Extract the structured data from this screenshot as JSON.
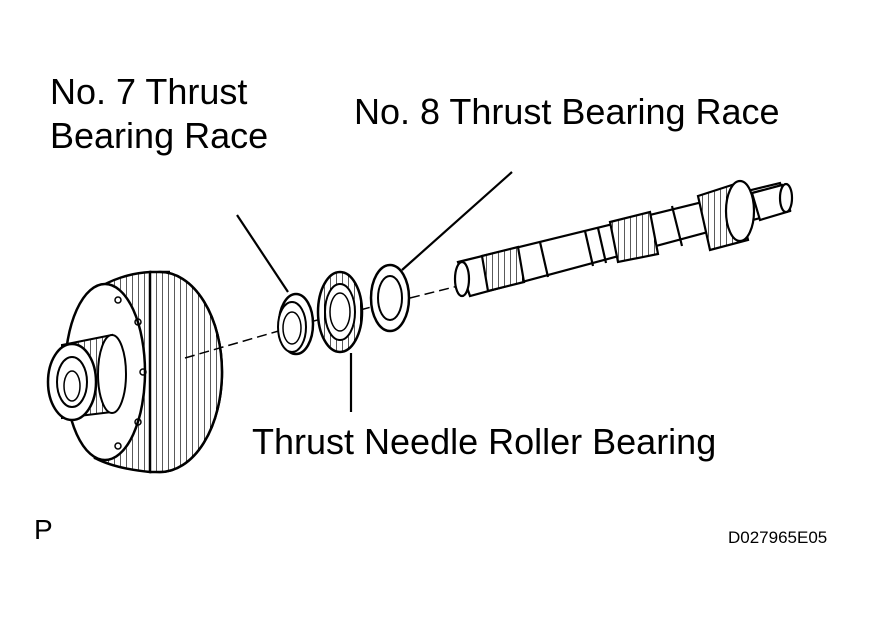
{
  "labels": {
    "no7_line1": "No. 7 Thrust",
    "no7_line2": "Bearing Race",
    "no8": "No. 8 Thrust Bearing Race",
    "needle": "Thrust Needle Roller Bearing",
    "view": "P",
    "figure_code": "D027965E05"
  }
}
